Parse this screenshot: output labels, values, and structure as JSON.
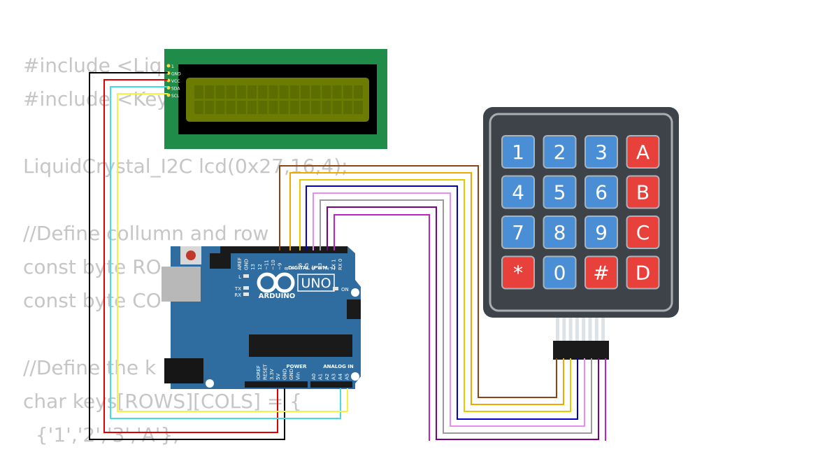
{
  "code_lines": [
    "#include <Liq",
    "#include <Key",
    "",
    "LiquidCrystal_I2C lcd(0x27,16,4);",
    "",
    "//Define collumn and row",
    "const byte RO",
    "const byte CO",
    "",
    "//Define the k",
    "char keys[ROWS][COLS] = {",
    "  {'1','2','3','A'},"
  ],
  "lcd": {
    "pins": [
      "1",
      "GND",
      "VCC",
      "SDA",
      "SCL"
    ]
  },
  "arduino": {
    "brand": "ARDUINO",
    "model": "UNO",
    "digital_header": "DIGITAL (PWM ~)",
    "power_header": "POWER",
    "analog_header": "ANALOG IN",
    "top_pins": [
      "AREF",
      "GND",
      "13",
      "12",
      "~11",
      "~10",
      "~9",
      "8",
      "7",
      "~6",
      "~5",
      "4",
      "~3",
      "2",
      "TX 1",
      "RX 0"
    ],
    "power_pins": [
      "IOREF",
      "RESET",
      "3.3V",
      "5V",
      "GND",
      "GND",
      "Vin"
    ],
    "analog_pins": [
      "A0",
      "A1",
      "A2",
      "A3",
      "A4",
      "A5"
    ],
    "led_labels": [
      "L",
      "TX",
      "RX",
      "ON"
    ]
  },
  "keypad": {
    "keys": [
      [
        "1",
        "2",
        "3",
        "A"
      ],
      [
        "4",
        "5",
        "6",
        "B"
      ],
      [
        "7",
        "8",
        "9",
        "C"
      ],
      [
        "*",
        "0",
        "#",
        "D"
      ]
    ],
    "num_color": "#4a8fd6",
    "letter_color": "#e8413c"
  },
  "wire_colors": {
    "black": "#000000",
    "red": "#e00000",
    "cyan": "#3fdcea",
    "yellow": "#f7f23a",
    "brown": "#8b4513",
    "orange": "#f2a600",
    "gold": "#e8c800",
    "blue": "#0000cc",
    "pink": "#e88cf0",
    "gray": "#9a9a9a",
    "purple": "#7a0088",
    "magenta": "#c020c8"
  }
}
